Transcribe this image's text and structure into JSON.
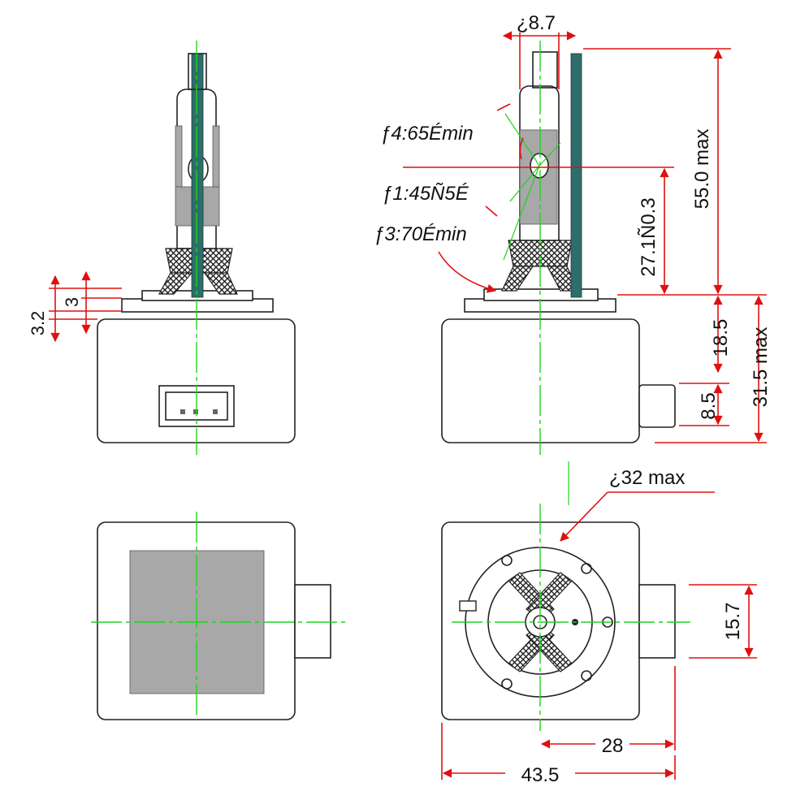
{
  "labels": {
    "diam_top": "¿8.7",
    "angle_4": "ƒ4:65Émin",
    "angle_1": "ƒ1:45Ñ5É",
    "angle_3": "ƒ3:70Émin",
    "height_55": "55.0  max",
    "height_27": "27.1Ñ0.3",
    "height_18": "18.5",
    "height_31": "31.5  max",
    "height_8": "8.5",
    "dim_3_2": "3.2",
    "dim_3": "3",
    "diam_base": "¿32  max",
    "width_15": "15.7",
    "width_28": "28",
    "width_43": "43.5"
  },
  "colors": {
    "dimension": "#e01010",
    "centerline": "#1ed41e",
    "outline": "#222222",
    "shade": "#a8a8a8",
    "electrode": "#2e6e6a"
  }
}
